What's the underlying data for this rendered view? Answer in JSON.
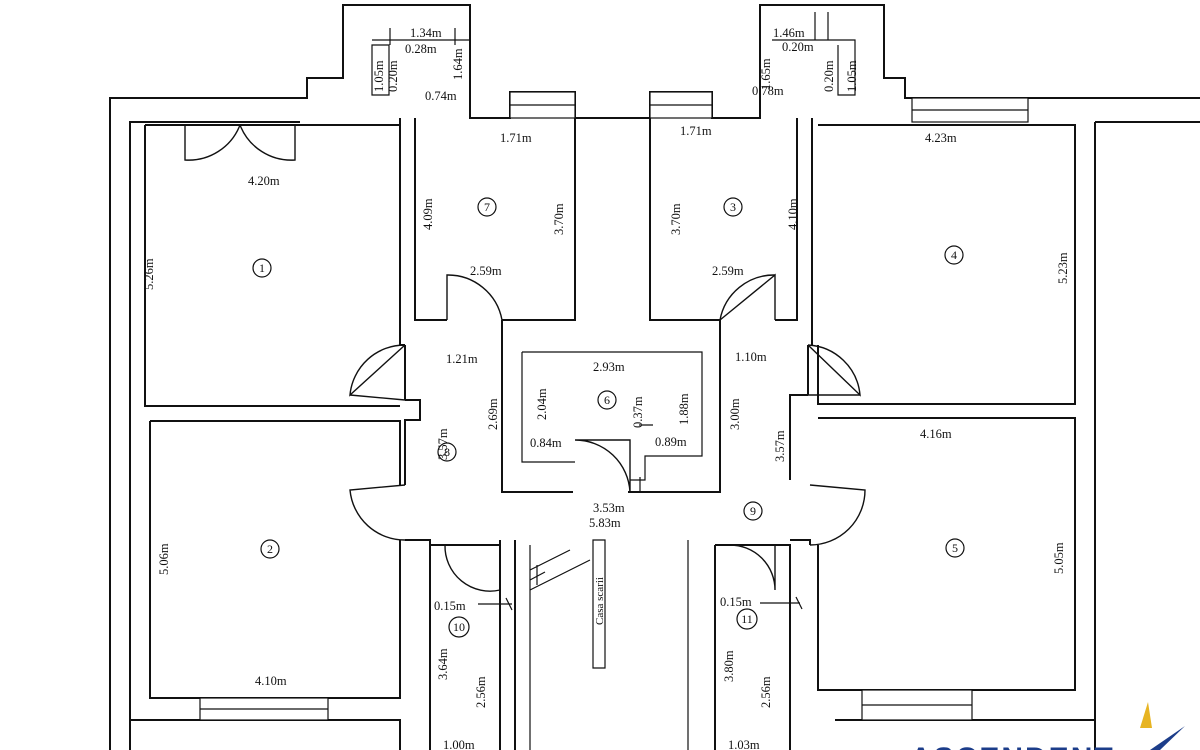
{
  "rooms": [
    {
      "id": "1"
    },
    {
      "id": "2"
    },
    {
      "id": "3"
    },
    {
      "id": "4"
    },
    {
      "id": "5"
    },
    {
      "id": "6"
    },
    {
      "id": "7"
    },
    {
      "id": "8"
    },
    {
      "id": "9"
    },
    {
      "id": "10"
    },
    {
      "id": "11"
    }
  ],
  "dimensions": [
    "1.34m",
    "0.28m",
    "1.64m",
    "1.05m",
    "0.20m",
    "0.74m",
    "1.46m",
    "0.20m",
    "1.65m",
    "0.20m",
    "1.05m",
    "0.78m",
    "1.71m",
    "1.71m",
    "4.20m",
    "4.23m",
    "5.26m",
    "4.09m",
    "3.70m",
    "3.70m",
    "4.10m",
    "5.23m",
    "2.59m",
    "2.59m",
    "1.21m",
    "1.10m",
    "2.93m",
    "2.04m",
    "0.37m",
    "1.88m",
    "0.84m",
    "0.89m",
    "2.69m",
    "3.00m",
    "3.57m",
    "3.57m",
    "4.16m",
    "3.53m",
    "5.83m",
    "5.06m",
    "5.05m",
    "0.15m",
    "0.15m",
    "3.64m",
    "2.56m",
    "3.80m",
    "2.56m",
    "4.10m",
    "1.00m",
    "1.03m"
  ],
  "stair_label": "Casa scarii",
  "logo_text": "ASCENDENT",
  "colors": {
    "ink": "#111111",
    "logo_blue": "#1c3d8a",
    "logo_gold": "#e7b422"
  }
}
